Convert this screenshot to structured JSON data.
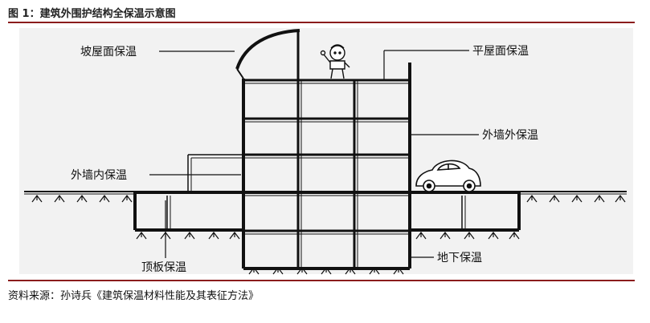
{
  "figure": {
    "title": "图 1：建筑外围护结构全保温示意图",
    "source": "资料来源：孙诗兵《建筑保温材料性能及其表征方法》"
  },
  "labels": {
    "slope_roof": "坡屋面保温",
    "flat_roof": "平屋面保温",
    "exterior_wall_outer": "外墙外保温",
    "exterior_wall_inner": "外墙内保温",
    "roof_slab": "顶板保温",
    "underground": "地下保温"
  },
  "icons": {
    "person": "waving-person-icon",
    "car": "car-icon",
    "ground": "ground-hatch-icon"
  },
  "colors": {
    "accent_rule": "#8b1c1c",
    "panel": "#f2f2f2",
    "line": "#111111"
  }
}
